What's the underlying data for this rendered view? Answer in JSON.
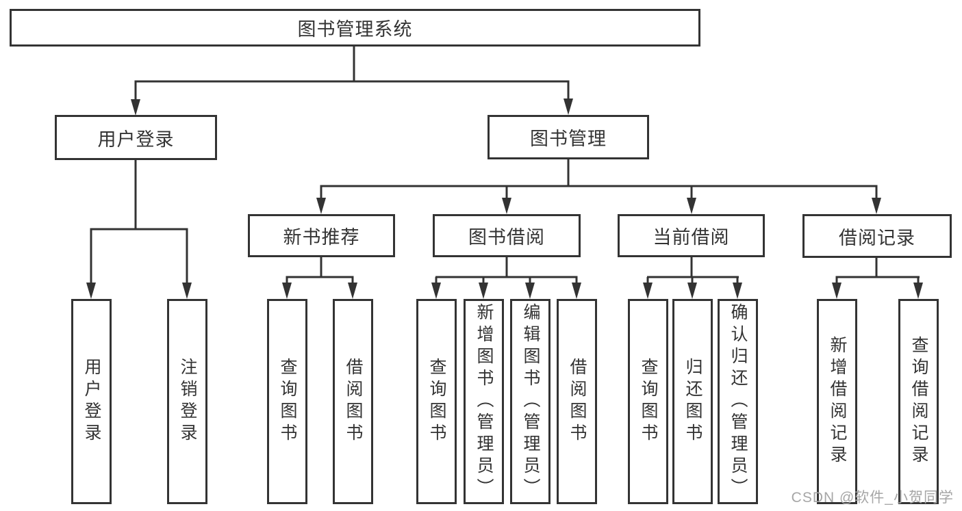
{
  "tree": {
    "root": "图书管理系统",
    "branches": [
      {
        "label": "用户登录",
        "children": [
          "用户登录",
          "注销登录"
        ]
      },
      {
        "label": "图书管理",
        "children": [
          {
            "label": "新书推荐",
            "children": [
              "查询图书",
              "借阅图书"
            ]
          },
          {
            "label": "图书借阅",
            "children": [
              "查询图书",
              "新增图书（管理员）",
              "编辑图书（管理员）",
              "借阅图书"
            ]
          },
          {
            "label": "当前借阅",
            "children": [
              "查询图书",
              "归还图书",
              "确认归还（管理员）"
            ]
          },
          {
            "label": "借阅记录",
            "children": [
              "新增借阅记录",
              "查询借阅记录"
            ]
          }
        ]
      }
    ]
  },
  "watermark": {
    "text": "CSDN @软件_小贺同学"
  },
  "colors": {
    "line": "#333333",
    "text": "#333333",
    "background": "#ffffff",
    "watermark": "#a6a6a6"
  }
}
